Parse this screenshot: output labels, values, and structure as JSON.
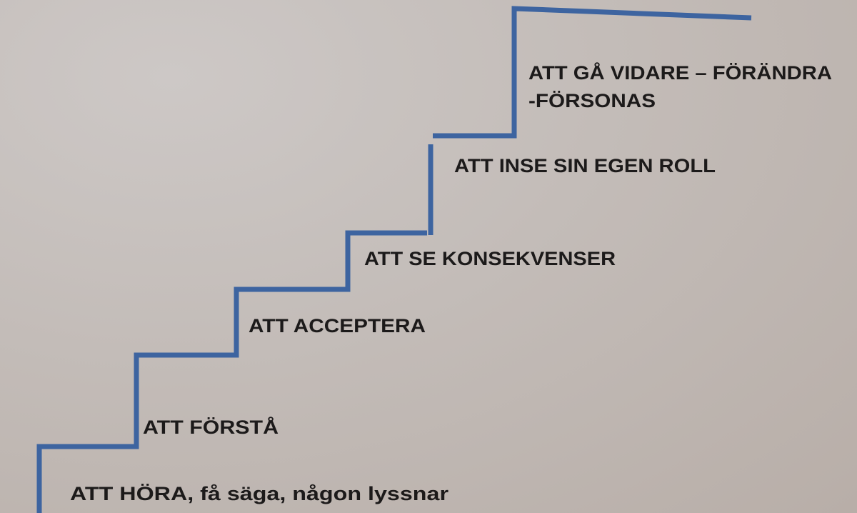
{
  "diagram": {
    "type": "staircase",
    "line_color": "#3d64a0",
    "steps": [
      {
        "label": "ATT HÖRA, få säga, någon lyssnar"
      },
      {
        "label": "ATT FÖRSTÅ"
      },
      {
        "label": "ATT ACCEPTERA"
      },
      {
        "label": "ATT SE KONSEKVENSER"
      },
      {
        "label": "ATT INSE SIN EGEN ROLL"
      },
      {
        "label": "ATT GÅ VIDARE – FÖRÄNDRA",
        "label_line2": "-FÖRSONAS"
      }
    ]
  }
}
